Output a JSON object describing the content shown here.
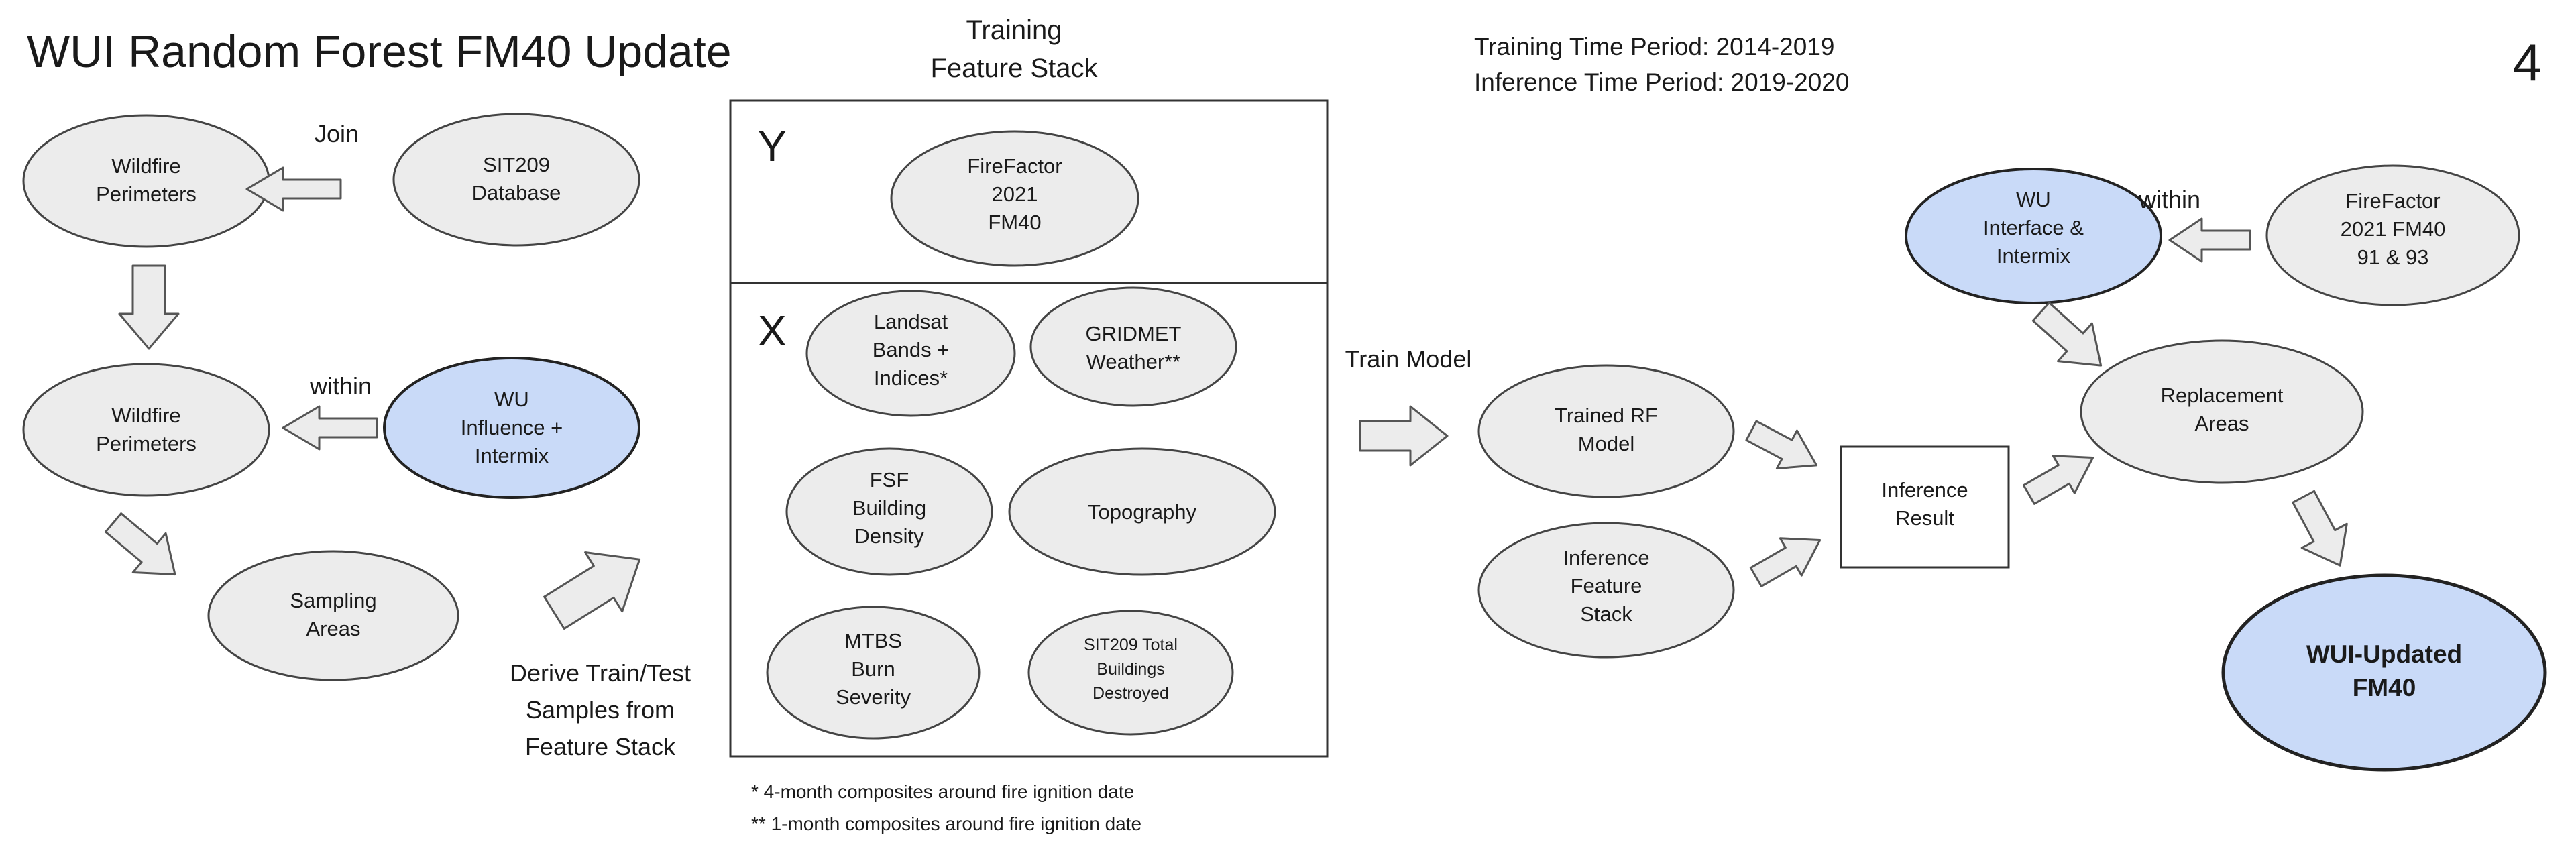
{
  "title": "WUI Random Forest FM40 Update",
  "slide_number": "4",
  "training_period": "Training Time Period: 2014-2019",
  "inference_period": "Inference Time Period: 2019-2020",
  "colors": {
    "oval_fill": "#ececec",
    "blue_fill": "#c9daf8",
    "stroke": "#444444",
    "arrow_fill": "#ececec"
  },
  "stack": {
    "title_lines": [
      "Training",
      "Feature Stack"
    ],
    "y_label": "Y",
    "x_label": "X"
  },
  "nodes": {
    "wildfire_perimeters_1": [
      "Wildfire",
      "Perimeters"
    ],
    "sit209_database": [
      "SIT209",
      "Database"
    ],
    "wildfire_perimeters_2": [
      "Wildfire",
      "Perimeters"
    ],
    "wu_influence": [
      "WU",
      "Influence +",
      "Intermix"
    ],
    "sampling_areas": [
      "Sampling",
      "Areas"
    ],
    "firefactor_2021": [
      "FireFactor",
      "2021",
      "FM40"
    ],
    "landsat": [
      "Landsat",
      "Bands +",
      "Indices*"
    ],
    "gridmet": [
      "GRIDMET",
      "Weather**"
    ],
    "fsf": [
      "FSF",
      "Building",
      "Density"
    ],
    "topography": [
      "Topography"
    ],
    "mtbs": [
      "MTBS",
      "Burn",
      "Severity"
    ],
    "sit209_total": [
      "SIT209 Total",
      "Buildings",
      "Destroyed"
    ],
    "trained_rf": [
      "Trained RF",
      "Model"
    ],
    "inference_stack": [
      "Inference",
      "Feature",
      "Stack"
    ],
    "inference_result": [
      "Inference",
      "Result"
    ],
    "wu_interface": [
      "WU",
      "Interface &",
      "Intermix"
    ],
    "firefactor_fm40": [
      "FireFactor",
      "2021 FM40",
      "91 & 93"
    ],
    "replacement_areas": [
      "Replacement",
      "Areas"
    ],
    "wui_updated": [
      "WUI-Updated",
      "FM40"
    ]
  },
  "labels": {
    "join": "Join",
    "within_1": "within",
    "within_2": "within",
    "train_model": "Train Model",
    "derive": [
      "Derive Train/Test",
      "Samples from",
      "Feature Stack"
    ]
  },
  "footnotes": [
    "* 4-month composites around fire ignition date",
    "** 1-month composites around fire ignition date"
  ]
}
